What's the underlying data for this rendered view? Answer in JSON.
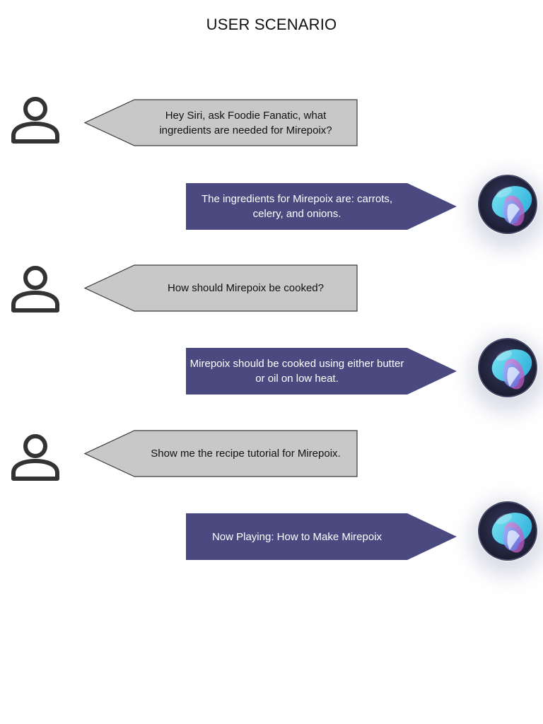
{
  "title": "USER SCENARIO",
  "colors": {
    "user_bubble_fill": "#c8c8c8",
    "user_bubble_stroke": "#3a3a3a",
    "siri_bubble_fill": "#4a4980",
    "user_icon": "#333333"
  },
  "icons": {
    "user": "user-icon",
    "siri": "siri-orb-icon"
  },
  "conversation": [
    {
      "speaker": "user",
      "text": "Hey Siri, ask Foodie Fanatic, what ingredients are needed for Mirepoix?"
    },
    {
      "speaker": "siri",
      "text": "The ingredients for Mirepoix are: carrots, celery, and onions."
    },
    {
      "speaker": "user",
      "text": "How should Mirepoix be cooked?"
    },
    {
      "speaker": "siri",
      "text": "Mirepoix should be cooked using either butter or oil on low heat."
    },
    {
      "speaker": "user",
      "text": "Show me the recipe tutorial for Mirepoix."
    },
    {
      "speaker": "siri",
      "text": "Now Playing: How to Make Mirepoix"
    }
  ]
}
